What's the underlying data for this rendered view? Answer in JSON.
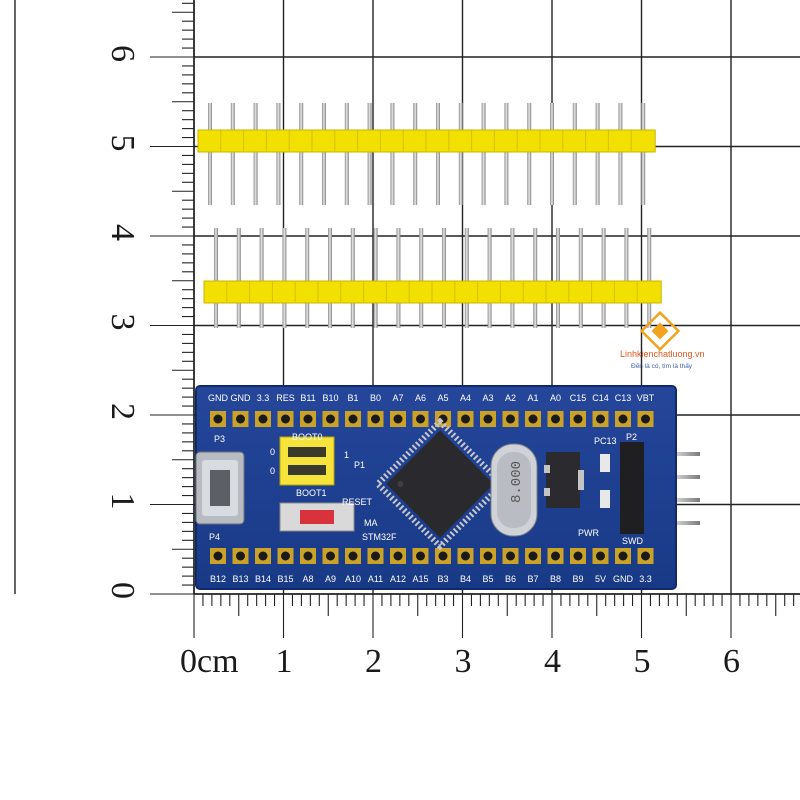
{
  "ruler": {
    "unit_label": "0cm",
    "x_labels": [
      "1",
      "2",
      "3",
      "4",
      "5",
      "6"
    ],
    "y_labels": [
      "0",
      "1",
      "2",
      "3",
      "4",
      "5",
      "6"
    ]
  },
  "board": {
    "top_pins": [
      "GND",
      "GND",
      "3.3",
      "RES",
      "B11",
      "B10",
      "B1",
      "B0",
      "A7",
      "A6",
      "A5",
      "A4",
      "A3",
      "A2",
      "A1",
      "A0",
      "C15",
      "C14",
      "C13",
      "VBT"
    ],
    "bottom_pins": [
      "B12",
      "B13",
      "B14",
      "B15",
      "A8",
      "A9",
      "A10",
      "A11",
      "A12",
      "A15",
      "B3",
      "B4",
      "B5",
      "B6",
      "B7",
      "B8",
      "B9",
      "5V",
      "GND",
      "3.3"
    ],
    "labels": {
      "p3": "P3",
      "p4": "P4",
      "boot0": "BOOT0",
      "boot1": "BOOT1",
      "p1": "P1",
      "reset": "RESET",
      "stm32": "STM32F",
      "pc13": "PC13",
      "pwr": "PWR",
      "swd": "SWD",
      "p2": "P2",
      "crystal": "8.000",
      "jumper_0a": "0",
      "jumper_0b": "0",
      "jumper_1": "1",
      "ma": "MA"
    }
  },
  "watermark": {
    "site": "Linhkienchatluong.vn",
    "tagline": "Đến là có, tìm là thấy"
  },
  "colors": {
    "board": "#1d3f8f",
    "header": "#f1e000",
    "grid": "#222222"
  }
}
